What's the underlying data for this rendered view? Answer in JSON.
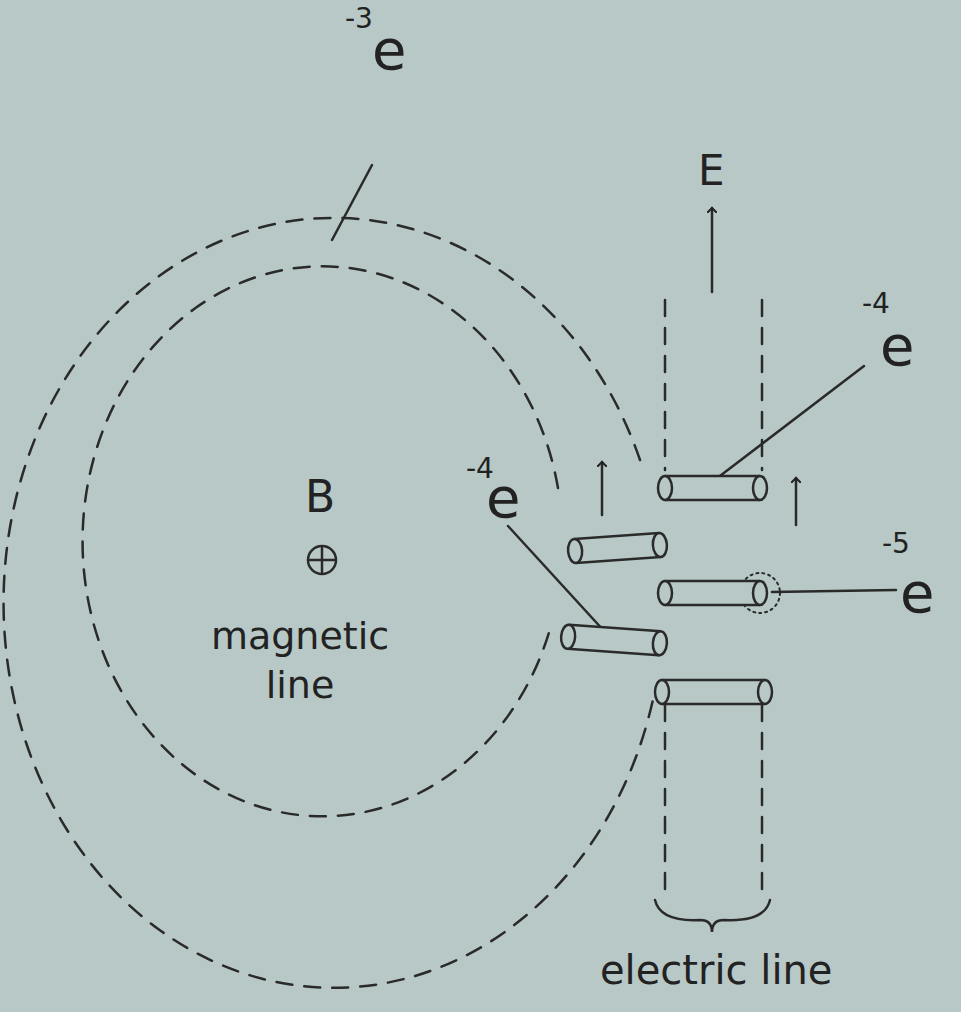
{
  "diagram": {
    "labels": [
      "-3",
      "e",
      "E",
      "-4",
      "e",
      "B",
      "-4",
      "e",
      "magnetic line",
      "-5",
      "e",
      "electric line"
    ]
  }
}
